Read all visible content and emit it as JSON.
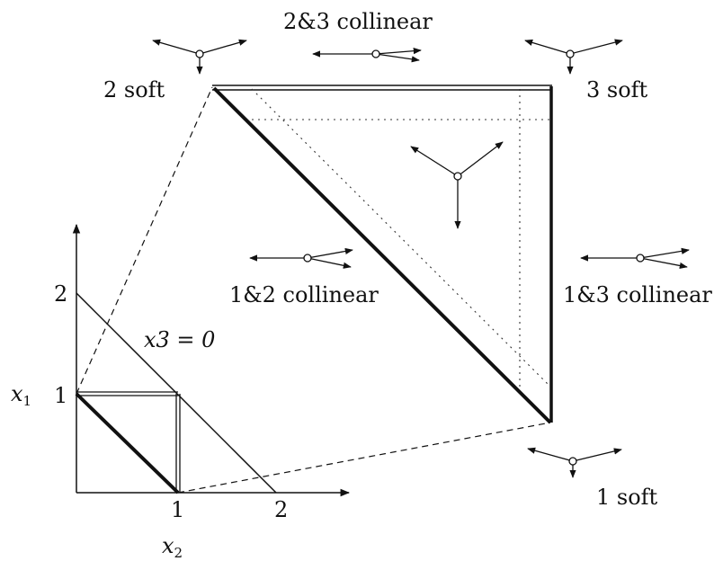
{
  "labels": {
    "collinear_23": "2&3 collinear",
    "soft_2": "2 soft",
    "soft_3": "3 soft",
    "soft_1": "1 soft",
    "collinear_12": "1&2 collinear",
    "collinear_13": "1&3 collinear",
    "line_x3_zero": "x3 = 0"
  },
  "axes": {
    "x_axis_var": "x",
    "x_axis_sub": "2",
    "y_axis_var": "x",
    "y_axis_sub": "1",
    "x_ticks": [
      "1",
      "2"
    ],
    "y_ticks": [
      "1",
      "2"
    ]
  },
  "icons": [
    "three-prong-vertex-icon",
    "collinear-vertex-icon"
  ]
}
